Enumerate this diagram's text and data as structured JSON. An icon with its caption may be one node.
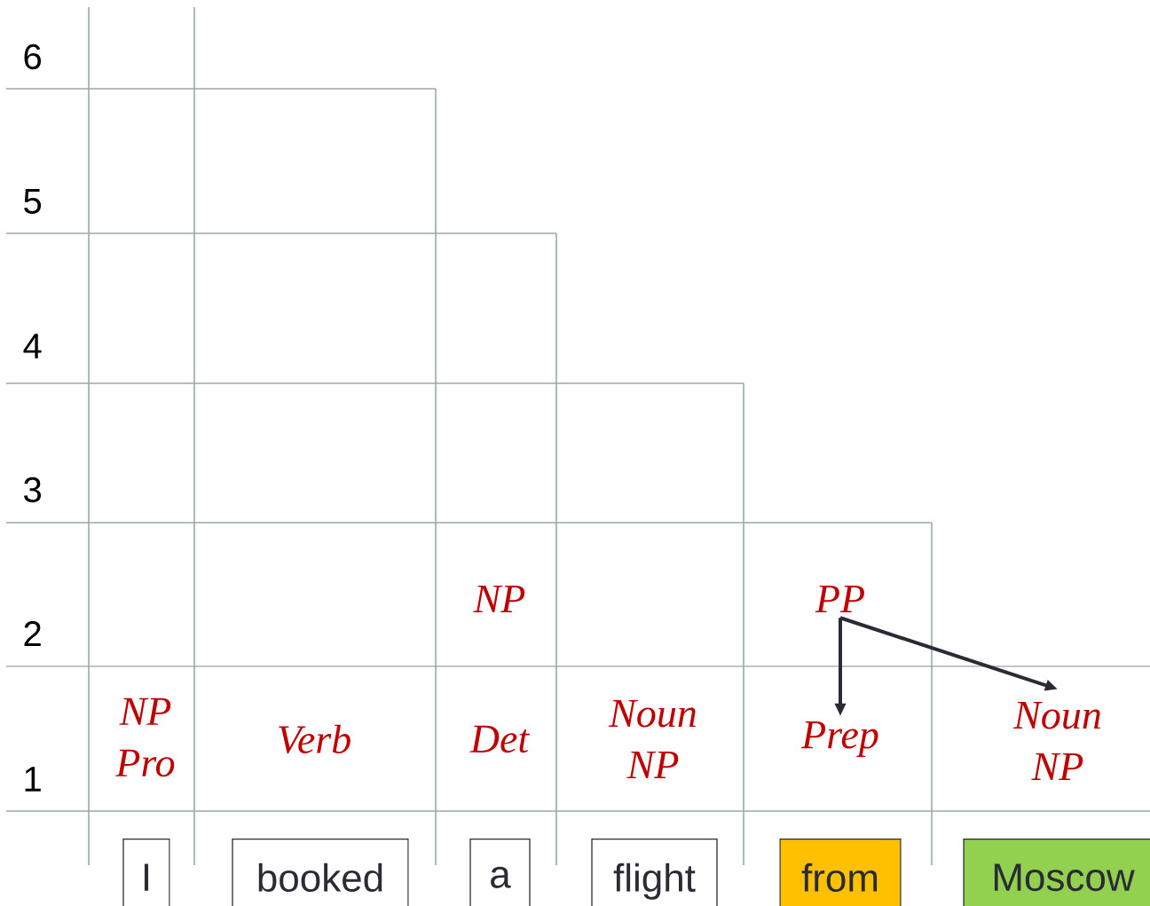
{
  "diagram": {
    "nodes": [
      {
        "text": [
          "NP"
        ]
      },
      {
        "text": [
          "PP"
        ]
      },
      {
        "text": [
          "NP",
          "Pro"
        ]
      },
      {
        "text": [
          "Verb"
        ]
      },
      {
        "text": [
          "Det"
        ]
      },
      {
        "text": [
          "Noun",
          "NP"
        ]
      },
      {
        "text": [
          "Prep"
        ]
      },
      {
        "text": [
          "Noun",
          "NP"
        ]
      },
      {
        "text": [
          "I"
        ]
      },
      {
        "text": [
          "booked"
        ]
      },
      {
        "text": [
          "a"
        ]
      },
      {
        "text": [
          "flight"
        ]
      },
      {
        "text": [
          "from"
        ]
      },
      {
        "text": [
          "Moscow"
        ]
      }
    ],
    "edges": [
      {
        "from": 1,
        "to": 6,
        "arrow": "to"
      },
      {
        "from": 1,
        "to": 7,
        "arrow": "to"
      }
    ],
    "labels": [
      "6",
      "5",
      "4",
      "3",
      "2",
      "1"
    ]
  }
}
